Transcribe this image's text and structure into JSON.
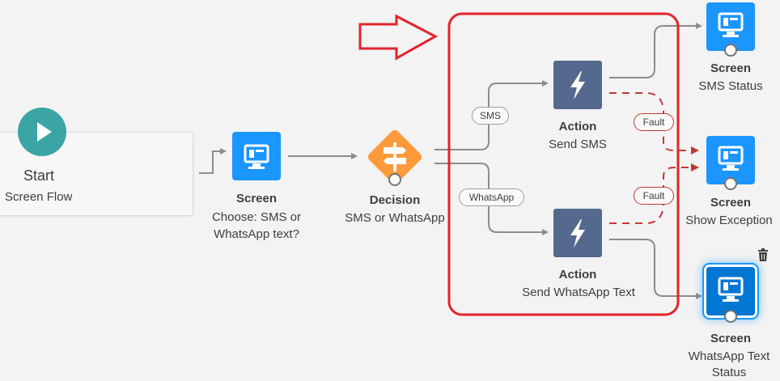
{
  "start": {
    "title": "Start",
    "subtitle": "Screen Flow"
  },
  "nodes": {
    "screen_choose": {
      "type": "Screen",
      "label_line1": "Choose: SMS or",
      "label_line2": "WhatsApp text?"
    },
    "decision": {
      "type": "Decision",
      "label": "SMS or WhatsApp"
    },
    "action_sms": {
      "type": "Action",
      "label": "Send SMS"
    },
    "action_whatsapp": {
      "type": "Action",
      "label": "Send WhatsApp Text"
    },
    "screen_sms_status": {
      "type": "Screen",
      "label": "SMS Status"
    },
    "screen_exception": {
      "type": "Screen",
      "label": "Show Exception"
    },
    "screen_whatsapp_status": {
      "type": "Screen",
      "label_line1": "WhatsApp Text",
      "label_line2": "Status"
    }
  },
  "branches": {
    "sms": "SMS",
    "whatsapp": "WhatsApp"
  },
  "fault_labels": [
    "Fault",
    "Fault"
  ],
  "icons": {
    "start": "play-icon",
    "screen": "screen-icon",
    "decision": "signpost-icon",
    "action": "lightning-bolt-icon",
    "delete": "trash-icon",
    "annotation": "arrow-right-outline-icon"
  },
  "colors": {
    "canvas": "#f3f3f3",
    "screen": "#1b96ff",
    "action": "#54698d",
    "decision": "#ff9a3c",
    "start": "#3ba5a5",
    "connector": "#8c8c8c",
    "fault": "#c23934",
    "highlight": "#e3242b"
  }
}
